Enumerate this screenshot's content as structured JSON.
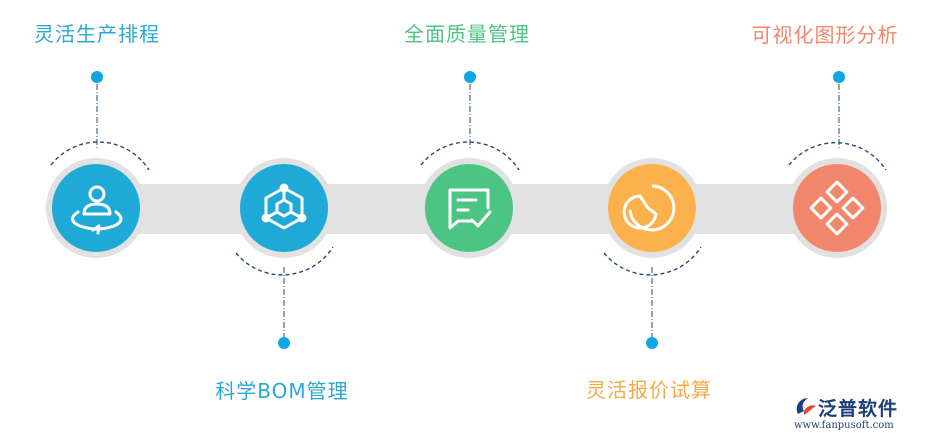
{
  "steps": [
    {
      "label": "灵活生产排程",
      "color": "#1ea9d6",
      "icon": "user-orbit-icon"
    },
    {
      "label": "科学BOM管理",
      "color": "#1ea9d6",
      "icon": "cube-network-icon"
    },
    {
      "label": "全面质量管理",
      "color": "#4cc483",
      "icon": "chat-check-icon"
    },
    {
      "label": "灵活报价试算",
      "color": "#fbb24c",
      "icon": "pie-chart-icon"
    },
    {
      "label": "可视化图形分析",
      "color": "#f2866d",
      "icon": "diamond-grid-icon"
    }
  ],
  "label_colors": [
    "#2aa7d4",
    "#2aa7d4",
    "#4cc483",
    "#f7a94a",
    "#f2866d"
  ],
  "connector_color": "#11a6e3",
  "logo": {
    "name": "泛普软件",
    "url": "www.fanpusoft.com"
  }
}
